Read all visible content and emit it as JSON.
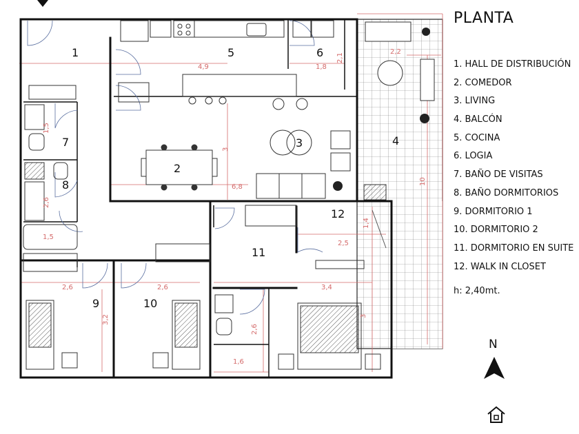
{
  "legend": {
    "title": "PLANTA",
    "items": [
      "1. HALL DE DISTRIBUCIÓN",
      "2. COMEDOR",
      "3. LIVING",
      "4. BALCÓN",
      "5. COCINA",
      "6. LOGIA",
      "7. BAÑO DE VISITAS",
      "8. BAÑO DORMITORIOS",
      "9. DORMITORIO 1",
      "10. DORMITORIO 2",
      "11. DORMITORIO EN SUITE",
      "12. WALK IN CLOSET"
    ],
    "height_note": "h: 2,40mt."
  },
  "compass": {
    "label": "N",
    "icon": "north-arrow-icon"
  },
  "logo_icon": "house-icon",
  "rooms": {
    "r1": "1",
    "r2": "2",
    "r3": "3",
    "r4": "4",
    "r5": "5",
    "r6": "6",
    "r7": "7",
    "r8": "8",
    "r9": "9",
    "r10": "10",
    "r11": "11",
    "r12": "12"
  },
  "dimensions": {
    "kitchen_width": "4,9",
    "logia_width": "1,8",
    "logia_depth": "2,1",
    "balcony_width": "2,2",
    "balcony_depth": "10",
    "living_depth": "3",
    "living_width": "6,8",
    "bath7_depth": "1,5",
    "bath8_depth": "2,6",
    "bath8_width": "1,5",
    "closet_depth": "1,4",
    "closet_width": "2,5",
    "dorm1_width": "2,6",
    "dorm1_depth": "3,2",
    "dorm2_width": "2,6",
    "suite_width": "3,4",
    "suite_depth": "3",
    "suite_bath_depth": "2,6",
    "suite_bath_width": "1,6"
  },
  "colors": {
    "wall": "#111111",
    "dimension": "#d46a6a",
    "fixture": "#333333"
  }
}
